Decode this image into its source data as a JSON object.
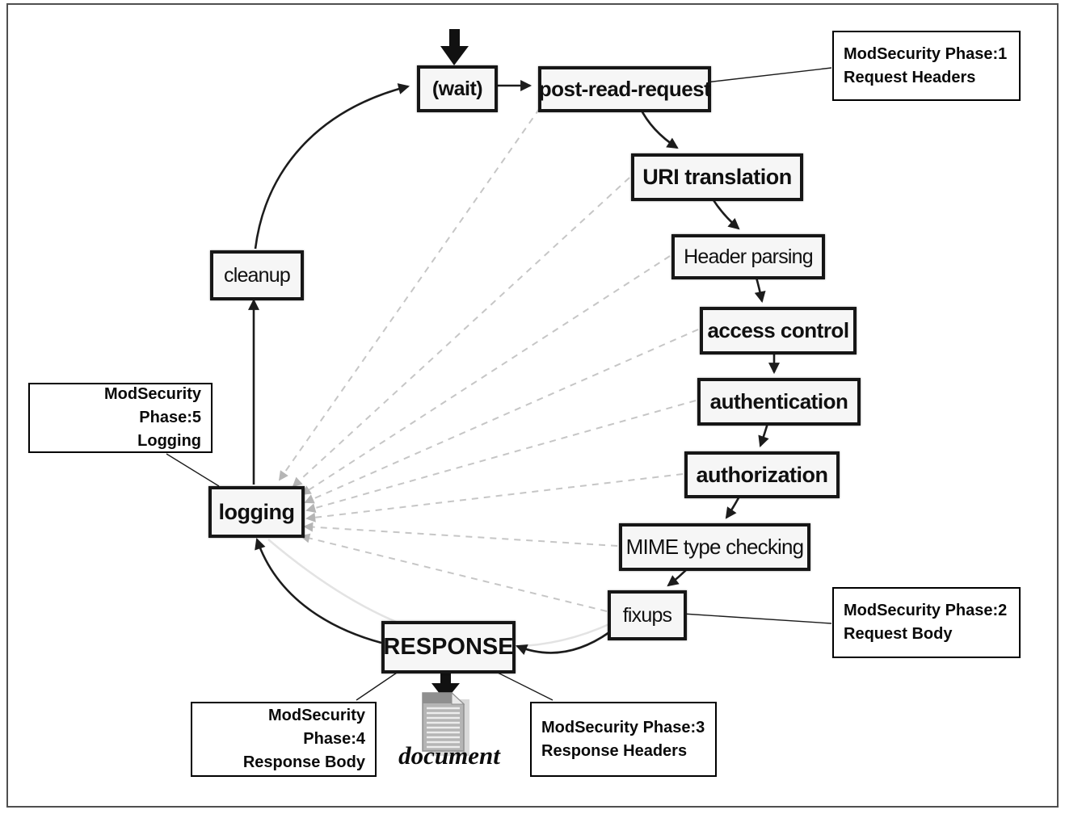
{
  "diagram": {
    "title_implicit": "",
    "nodes": {
      "wait": "(wait)",
      "post_read_request": "post-read-request",
      "uri_translation": "URI translation",
      "header_parsing": "Header parsing",
      "access_control": "access control",
      "authentication": "authentication",
      "authorization": "authorization",
      "mime_type_checking": "MIME type checking",
      "fixups": "fixups",
      "response": "RESPONSE",
      "logging": "logging",
      "cleanup": "cleanup"
    },
    "callouts": {
      "phase1": {
        "title": "ModSecurity Phase:1",
        "subtitle": "Request Headers"
      },
      "phase2": {
        "title": "ModSecurity Phase:2",
        "subtitle": "Request Body"
      },
      "phase3": {
        "title": "ModSecurity Phase:3",
        "subtitle": "Response Headers"
      },
      "phase4": {
        "title": "ModSecurity Phase:4",
        "subtitle": "Response Body"
      },
      "phase5": {
        "title": "ModSecurity Phase:5",
        "subtitle": "Logging"
      }
    },
    "document_label": "document",
    "icons": {
      "document": "document-page-icon",
      "entry": "down-arrow-icon"
    },
    "colors": {
      "background": "#ffffff",
      "frame_border": "#4f4f4f",
      "node_fill": "#f6f6f6",
      "node_border": "#161616",
      "callout_fill": "#ffffff",
      "callout_border": "#000000",
      "solid_arrow": "#1c1c1c",
      "dashed_line": "#c6c6c6",
      "dashed_arrowhead": "#b5b5b5",
      "doc_icon_gray": "#b5b5b5",
      "doc_icon_dark": "#8f8f8f"
    }
  }
}
